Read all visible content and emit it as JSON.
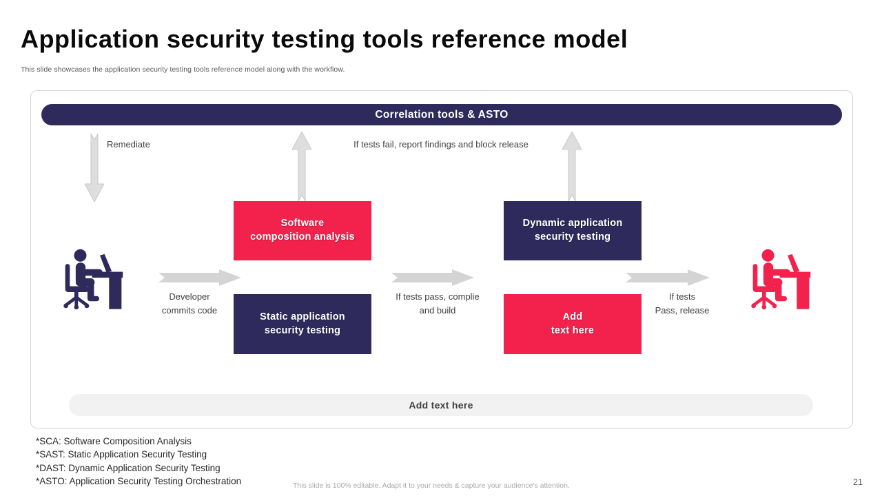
{
  "slide": {
    "title": "Application security testing tools reference model",
    "subtitle": "This slide showcases the application security testing tools reference model along with the workflow.",
    "footer_note": "This slide is 100% editable. Adapt it to your needs & capture your audience's attention.",
    "page_number": "21"
  },
  "colors": {
    "accent_red": "#f2224c",
    "navy": "#2e2a5b",
    "arrow_gray": "#d6d6d6",
    "label_gray": "#404040"
  },
  "diagram": {
    "header": "Correlation tools & ASTO",
    "flow_labels": {
      "remediate": "Remediate",
      "fail": "If tests fail, report findings and block release",
      "commit": "Developer\ncommits code",
      "pass_build": "If tests pass, complie\nand build",
      "pass_release": "If tests\nPass, release"
    },
    "boxes": {
      "sca": "Software\ncomposition analysis",
      "dast": "Dynamic application\nsecurity testing",
      "sast": "Static application\nsecurity testing",
      "add_text": "Add\ntext here"
    },
    "bottom_bar": "Add text here"
  },
  "footnotes": [
    "*SCA: Software Composition Analysis",
    "*SAST: Static Application Security Testing",
    "*DAST: Dynamic Application Security Testing",
    "*ASTO: Application Security Testing Orchestration"
  ]
}
